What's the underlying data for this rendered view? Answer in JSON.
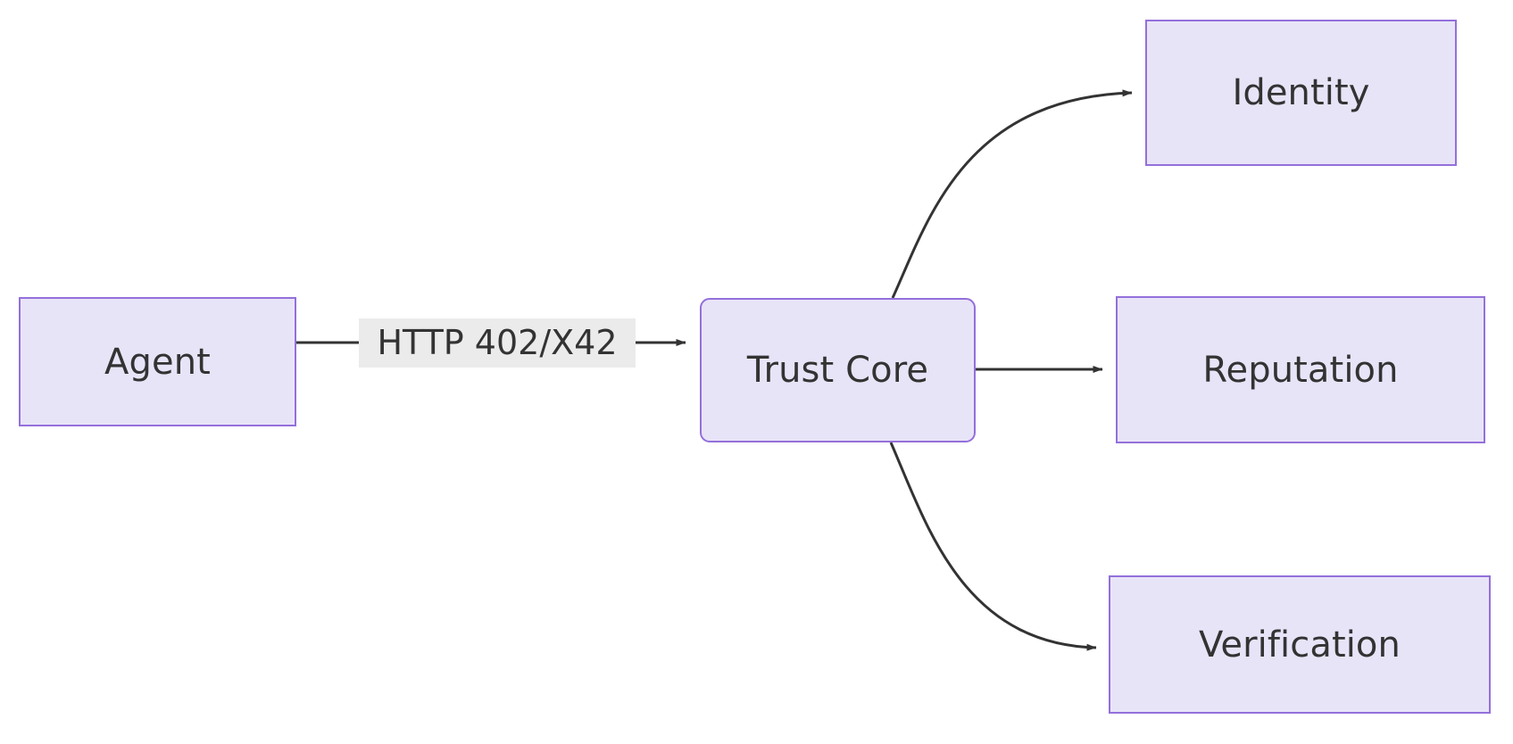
{
  "diagram": {
    "type": "flowchart",
    "direction": "left-to-right",
    "background_color": "#ffffff",
    "node_fill_color": "#e8e4f8",
    "node_border_color": "#9370db",
    "text_color": "#333333",
    "edge_color": "#333333",
    "edge_label_background": "#ebebeb",
    "nodes": [
      {
        "id": "agent",
        "label": "Agent",
        "shape": "rectangle"
      },
      {
        "id": "trust_core",
        "label": "Trust Core",
        "shape": "rounded-rectangle"
      },
      {
        "id": "identity",
        "label": "Identity",
        "shape": "rectangle"
      },
      {
        "id": "reputation",
        "label": "Reputation",
        "shape": "rectangle"
      },
      {
        "id": "verification",
        "label": "Verification",
        "shape": "rectangle"
      }
    ],
    "edges": [
      {
        "from": "agent",
        "to": "trust_core",
        "label": "HTTP 402/X42",
        "style": "straight-arrow"
      },
      {
        "from": "trust_core",
        "to": "identity",
        "label": "",
        "style": "curved-arrow-up"
      },
      {
        "from": "trust_core",
        "to": "reputation",
        "label": "",
        "style": "straight-arrow"
      },
      {
        "from": "trust_core",
        "to": "verification",
        "label": "",
        "style": "curved-arrow-down"
      }
    ]
  }
}
